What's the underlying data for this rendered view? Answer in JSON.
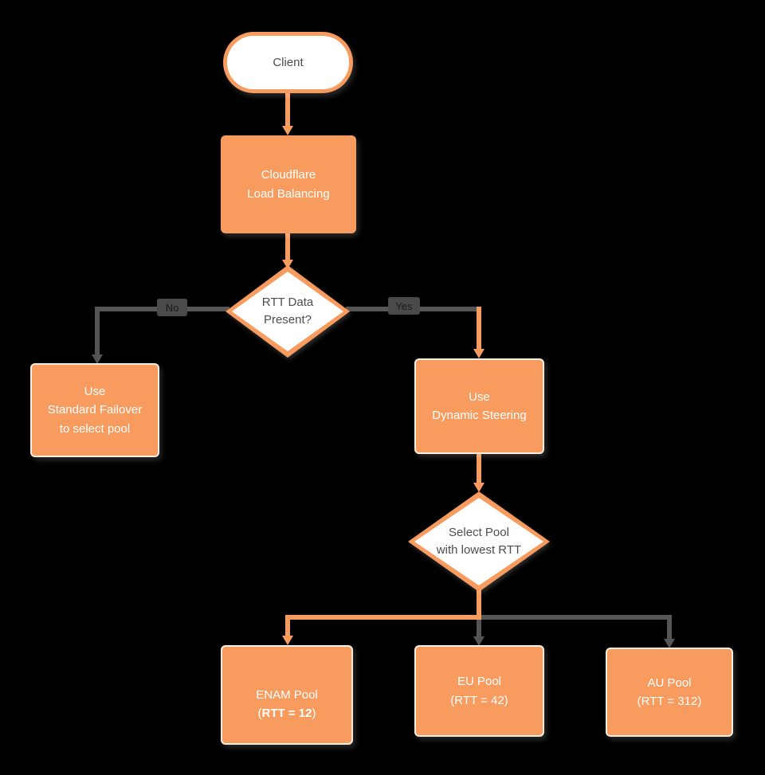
{
  "diagram": {
    "type": "flowchart",
    "colors": {
      "node_orange": "#f89b5e",
      "edge_gray": "#555555",
      "text_on_orange": "#ffffff",
      "text_on_white": "#4d4d4d",
      "edge_label_bg": "#4a4a4a",
      "edge_label_text": "#1a1a1a",
      "background": "#000000"
    },
    "nodes": {
      "client": {
        "label": "Client"
      },
      "load_balancer": {
        "label": "Cloudflare\nLoad Balancing"
      },
      "rtt_decision": {
        "label": "RTT Data\nPresent?"
      },
      "standard_failover": {
        "label": "Use\nStandard Failover\nto select pool"
      },
      "dynamic_steering": {
        "label": "Use\nDynamic Steering"
      },
      "select_pool": {
        "label": "Select Pool\nwith lowest RTT"
      },
      "enam_pool": {
        "line1": "ENAM Pool",
        "line2_open": "(",
        "line2_bold": "RTT = 12",
        "line2_close": ")"
      },
      "eu_pool": {
        "label": "EU Pool\n(RTT = 42)"
      },
      "au_pool": {
        "label": "AU Pool\n(RTT = 312)"
      }
    },
    "edges": {
      "no_label": "No",
      "yes_label": "Yes"
    }
  }
}
